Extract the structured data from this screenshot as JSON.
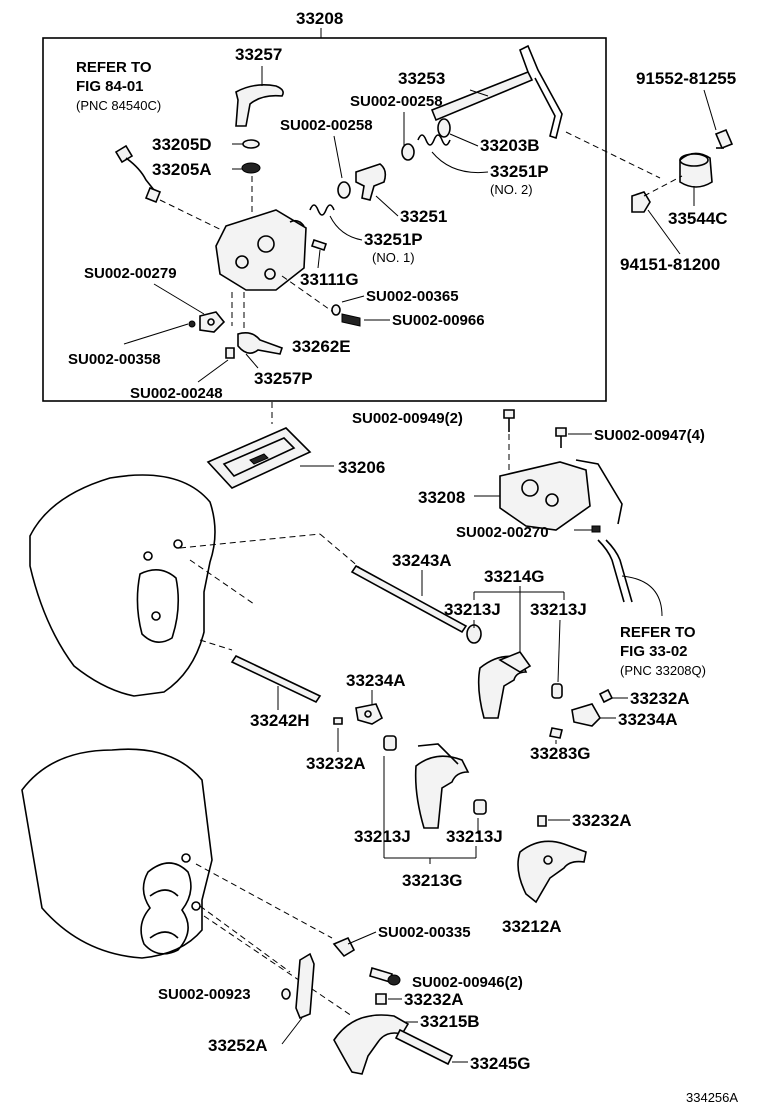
{
  "diagram_id": "334256A",
  "group_label": "33208",
  "parts": {
    "p33257": "33257",
    "refer_fig_84": [
      "REFER TO",
      "FIG 84-01",
      "(PNC 84540C)"
    ],
    "p33205D": "33205D",
    "p33205A": "33205A",
    "p33253": "33253",
    "su00258_a": "SU002-00258",
    "su00258_b": "SU002-00258",
    "p33203B": "33203B",
    "p33251P_no2": "33251P",
    "no2": "(NO. 2)",
    "p33251": "33251",
    "p33251P_no1": "33251P",
    "no1": "(NO. 1)",
    "p33111G": "33111G",
    "su00279": "SU002-00279",
    "su00365": "SU002-00365",
    "su00966": "SU002-00966",
    "su00358": "SU002-00358",
    "p33262E": "33262E",
    "su00248": "SU002-00248",
    "p33257P": "33257P",
    "p91552": "91552-81255",
    "p33544C": "33544C",
    "p94151": "94151-81200",
    "su00949": "SU002-00949(2)",
    "su00947": "SU002-00947(4)",
    "p33206": "33206",
    "p33208_b": "33208",
    "su00270": "SU002-00270",
    "refer_fig_33": [
      "REFER TO",
      "FIG 33-02",
      "(PNC 33208Q)"
    ],
    "p33243A": "33243A",
    "p33214G": "33214G",
    "p33213J_a": "33213J",
    "p33213J_b": "33213J",
    "p33234A_a": "33234A",
    "p33232A_a": "33232A",
    "p33234A_b": "33234A",
    "p33242H": "33242H",
    "p33232A_b": "33232A",
    "p33283G": "33283G",
    "p33213J_c": "33213J",
    "p33213J_d": "33213J",
    "p33232A_c": "33232A",
    "p33213G": "33213G",
    "p33212A": "33212A",
    "su00335": "SU002-00335",
    "su00946": "SU002-00946(2)",
    "su00923": "SU002-00923",
    "p33232A_d": "33232A",
    "p33215B": "33215B",
    "p33252A": "33252A",
    "p33245G": "33245G"
  }
}
